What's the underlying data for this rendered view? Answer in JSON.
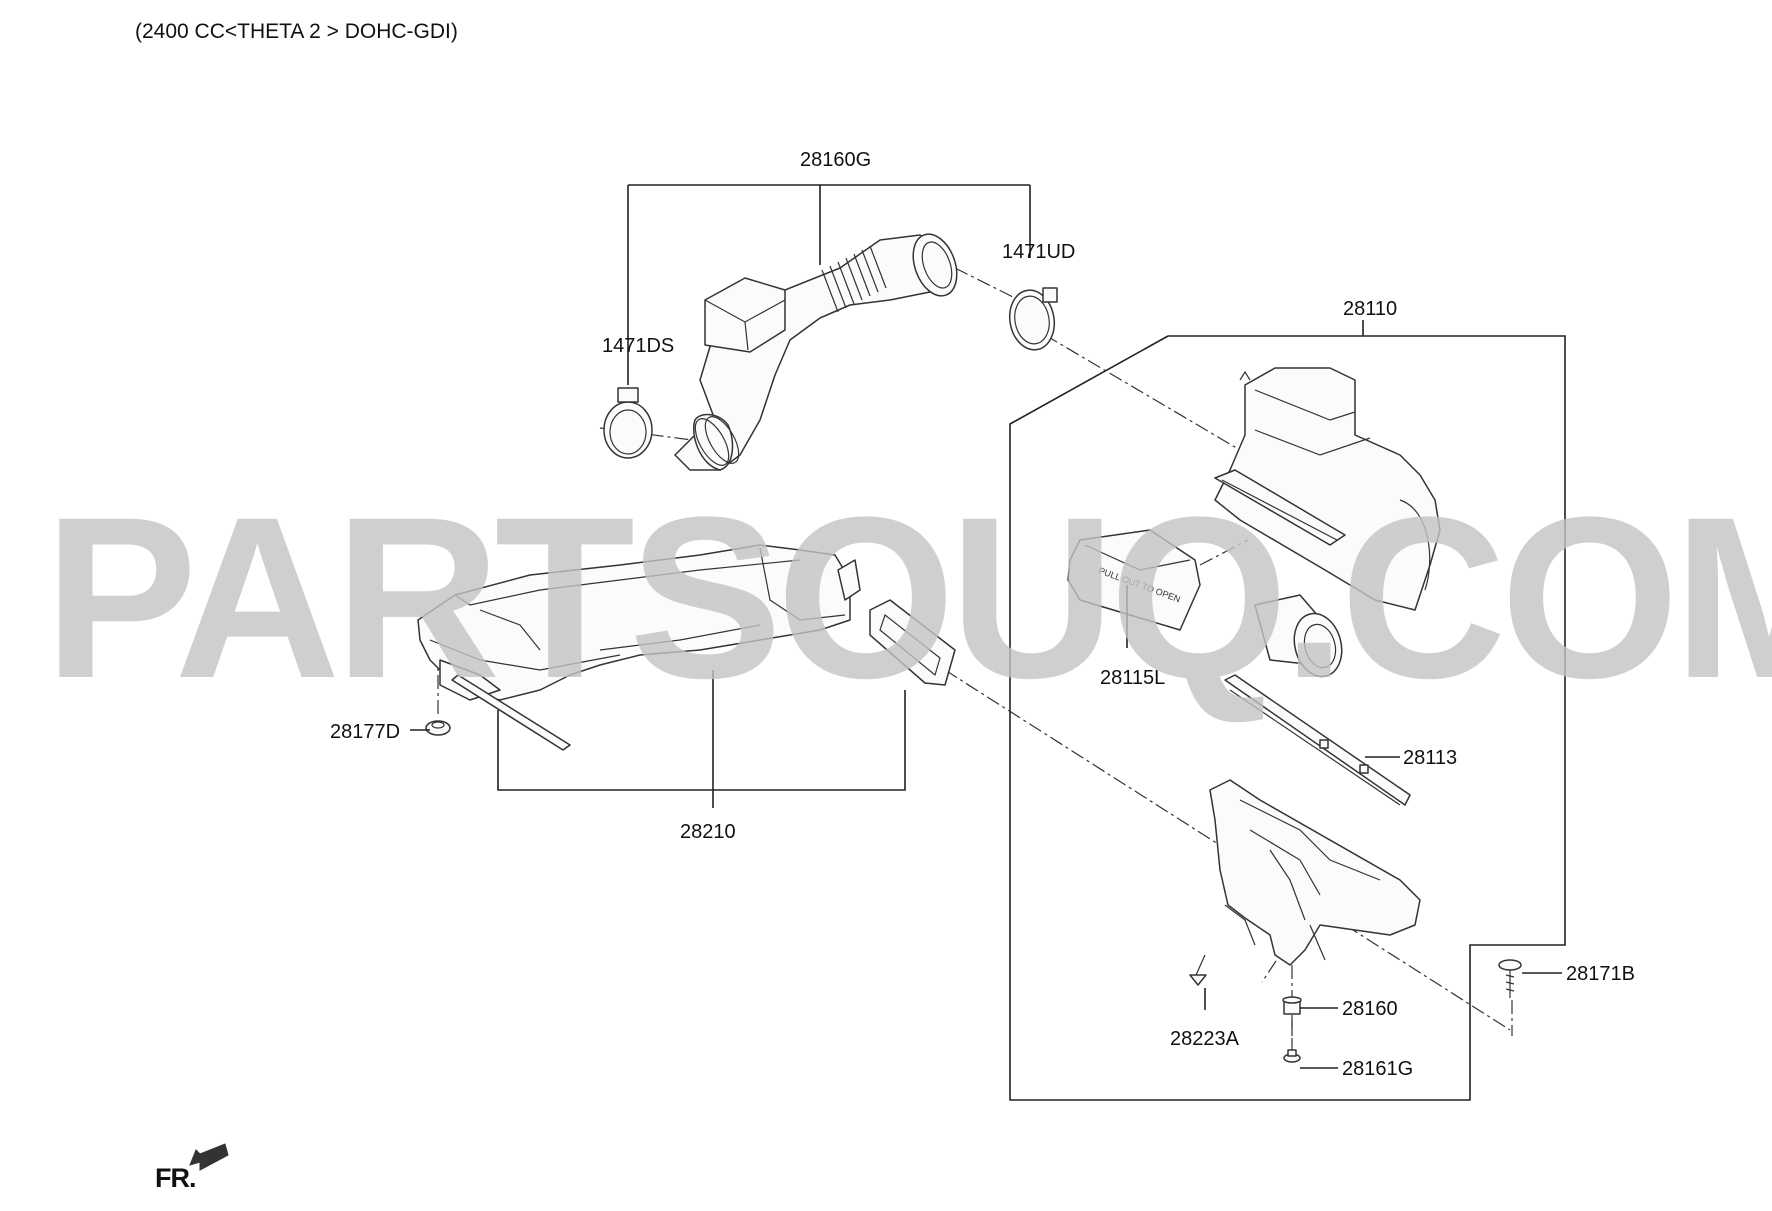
{
  "header": {
    "engine_text": "(2400 CC<THETA 2 > DOHC-GDI)"
  },
  "watermark": {
    "text": "PARTSOUQ.COM"
  },
  "parts": {
    "p28160G": "28160G",
    "p1471UD": "1471UD",
    "p1471DS": "1471DS",
    "p28110": "28110",
    "p28115L": "28115L",
    "p28113": "28113",
    "p28177D": "28177D",
    "p28210": "28210",
    "p28171B": "28171B",
    "p28160": "28160",
    "p28223A": "28223A",
    "p28161G": "28161G"
  },
  "direction": {
    "label": "FR."
  },
  "colors": {
    "line": "#222222",
    "watermark": "#c4c4c4",
    "background": "#ffffff"
  }
}
